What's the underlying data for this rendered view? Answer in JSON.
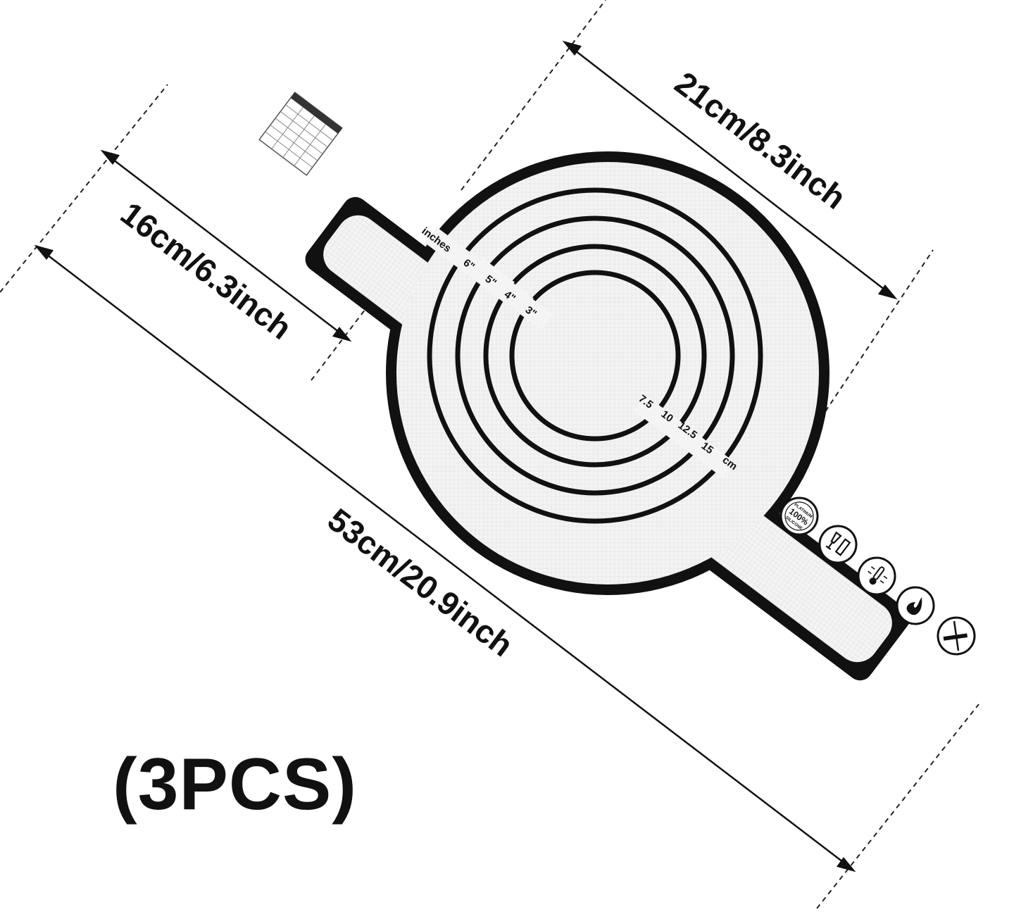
{
  "dimensions": {
    "total_length": "53cm/20.9inch",
    "handle_length": "16cm/6.3inch",
    "handle_width": "21cm/8.3inch"
  },
  "quantity_label": "(3PCS)",
  "ruler": {
    "inches_label": "inches",
    "inch_marks": [
      "6\"",
      "5\"",
      "4\"",
      "3\""
    ],
    "cm_marks": [
      "7.5",
      "10",
      "12.5",
      "15",
      "cm"
    ]
  },
  "badges": {
    "silicone_line1": "PLATINUM",
    "silicone_line2": "100%",
    "silicone_line3": "SILICONE"
  },
  "colors": {
    "mat_border": "#111111",
    "mat_surface": "#f3f3f3",
    "background": "#ffffff"
  },
  "icons": [
    "conversion-chart-icon",
    "food-safe-icon",
    "temperature-icon",
    "flame-icon",
    "no-knife-icon"
  ]
}
